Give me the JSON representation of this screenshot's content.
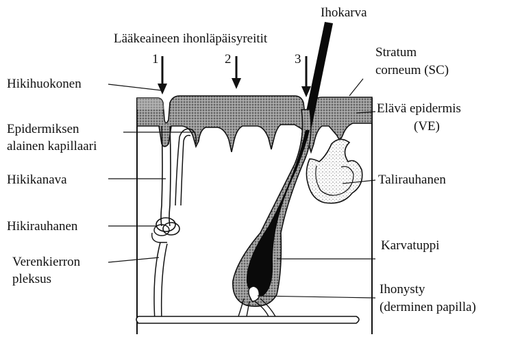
{
  "title": "Lääkeaineen ihonläpäisyreitit",
  "routes": [
    "1",
    "2",
    "3"
  ],
  "labels": {
    "ihokarva": "Ihokarva",
    "hikihuokonen": "Hikihuokonen",
    "epidermiksen_line1": "Epidermiksen",
    "epidermiksen_line2": "alainen kapillaari",
    "hikikanava": "Hikikanava",
    "hikirauhanen": "Hikirauhanen",
    "verenkierron_line1": "Verenkierron",
    "verenkierron_line2": "pleksus",
    "stratum_line1": "Stratum",
    "stratum_line2": "corneum (SC)",
    "elava_line1": "Elävä epidermis",
    "elava_line2": "(VE)",
    "talirauhanen": "Talirauhanen",
    "karvatuppi": "Karvatuppi",
    "ihonysty_line1": "Ihonysty",
    "ihonysty_line2": "(derminen papilla)"
  },
  "colors": {
    "ink": "#111111",
    "stipple": "#8a8a8a",
    "stipple_dark": "#5a5a5a"
  }
}
